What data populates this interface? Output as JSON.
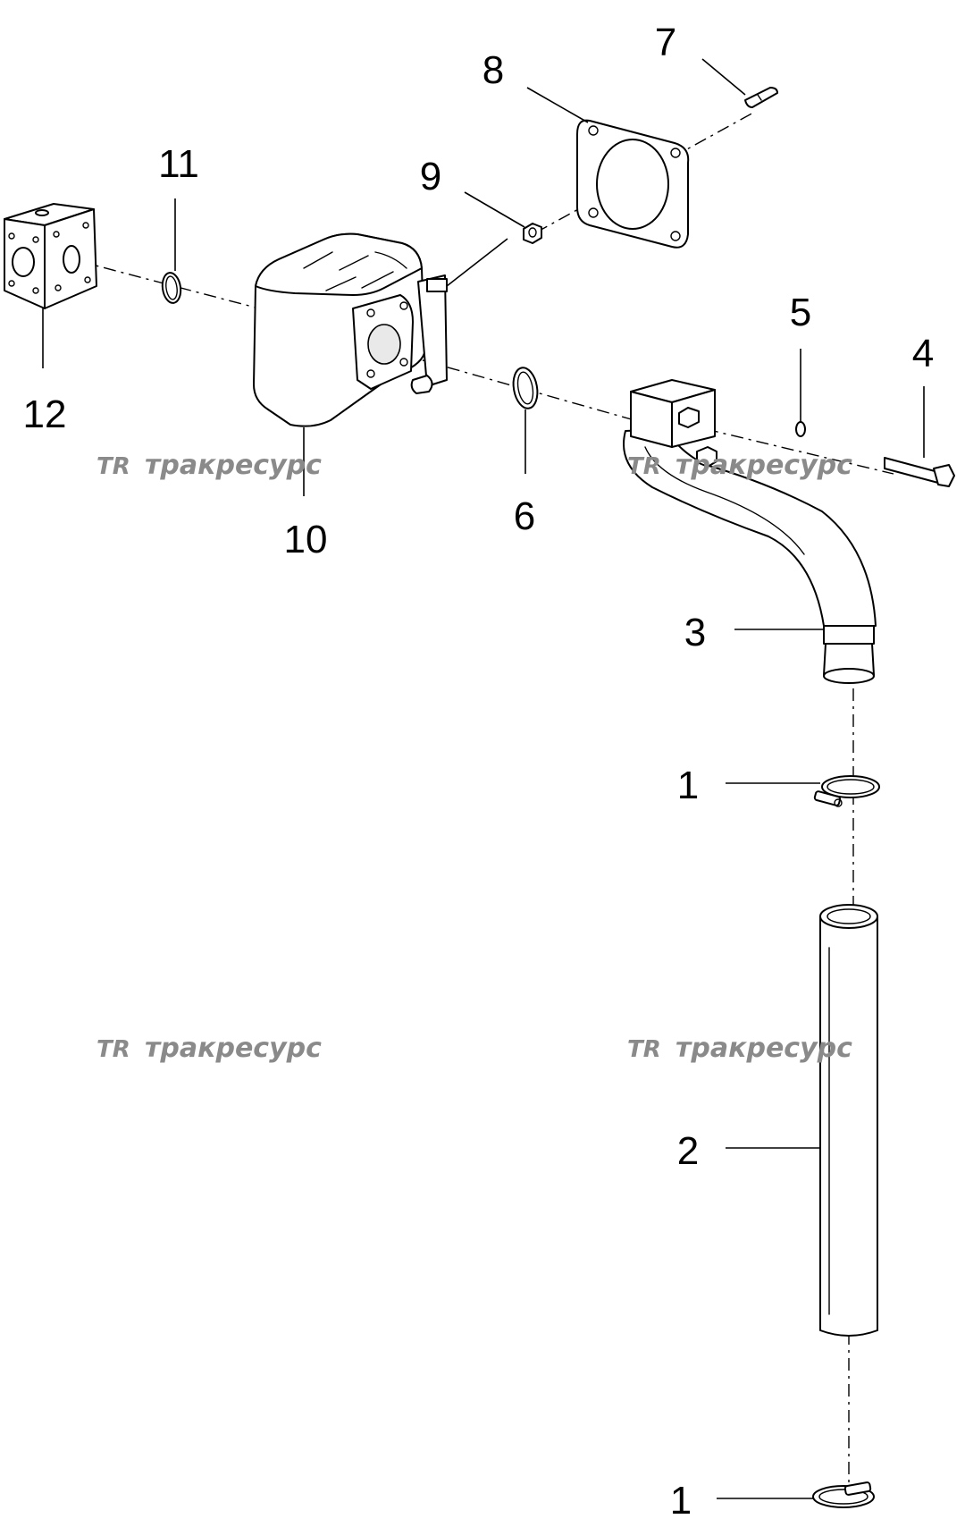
{
  "callouts": {
    "c1_top": "1",
    "c1_bottom": "1",
    "c2": "2",
    "c3": "3",
    "c4": "4",
    "c5": "5",
    "c6": "6",
    "c7": "7",
    "c8": "8",
    "c9": "9",
    "c10": "10",
    "c11": "11",
    "c12": "12"
  },
  "watermark": {
    "logo": "TR",
    "text": "тракресурс",
    "color": "#8a8a8a"
  }
}
